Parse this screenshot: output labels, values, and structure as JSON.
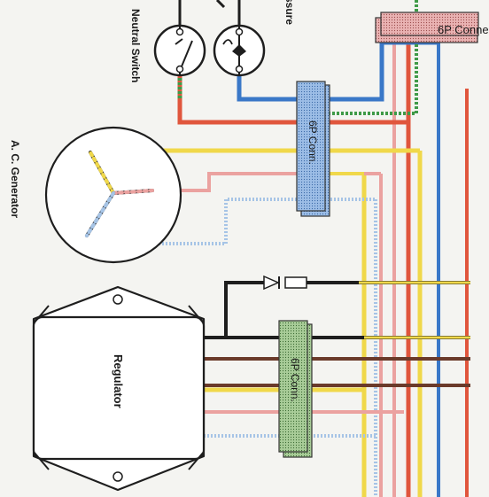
{
  "labels": {
    "pressure_switch_partial": "ssure",
    "connector_6p_top": "6P Conne",
    "neutral_switch": "Neutral Switch",
    "ac_generator": "A. C. Generator",
    "connector_6p_mid": "6P Conn.",
    "regulator": "Regulator",
    "connector_6p_low": "6P Conn."
  },
  "colors": {
    "red": "#e0563d",
    "blue": "#3a78c8",
    "green": "#3f9a48",
    "yellow": "#f0d84a",
    "pink": "#eba2a0",
    "light_blue": "#a6c4e6",
    "black": "#1e1e1e",
    "brown": "#6a3a2a",
    "connector_blue": "#a9c4e4",
    "connector_green": "#b5d3a2",
    "connector_pink": "#eab7b7"
  }
}
